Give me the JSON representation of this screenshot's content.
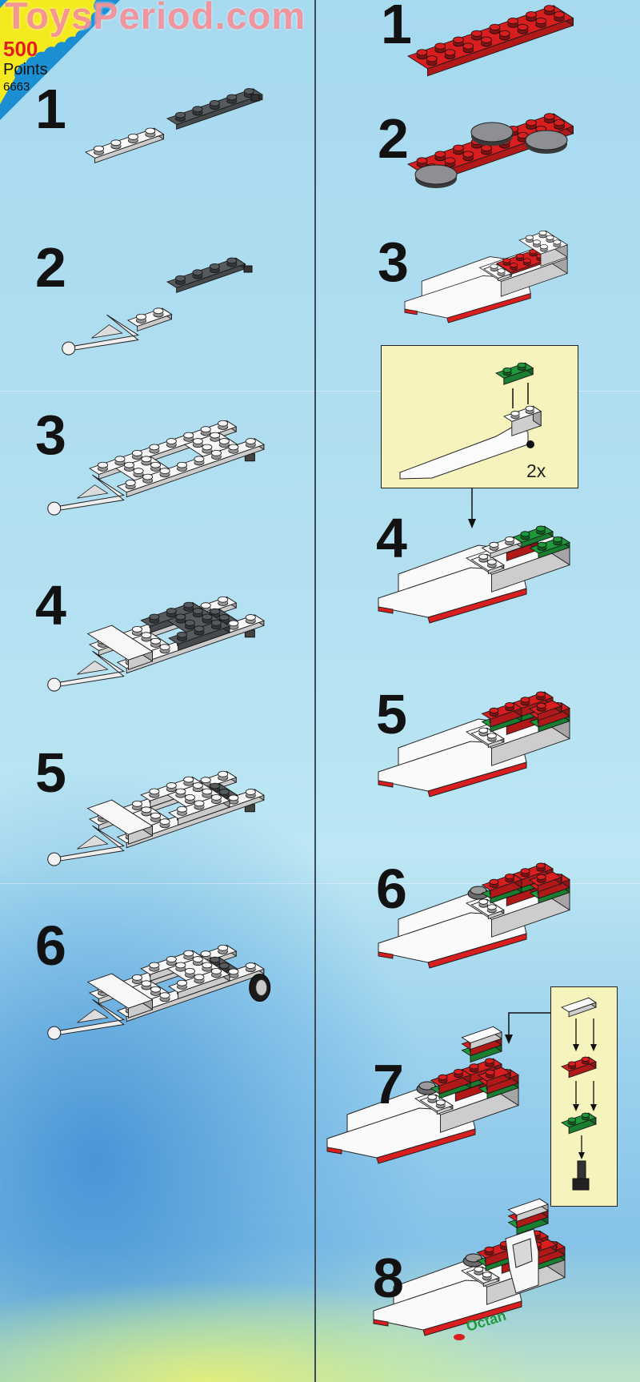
{
  "watermark": "ToysPeriod.com",
  "stamp": {
    "value": "500",
    "label": "Points",
    "set_number": "6663"
  },
  "left_column": {
    "steps": [
      "1",
      "2",
      "3",
      "4",
      "5",
      "6"
    ]
  },
  "right_column": {
    "steps": [
      "1",
      "2",
      "3",
      "4",
      "5",
      "6",
      "7",
      "8"
    ]
  },
  "callouts": {
    "step4_multiplier": "2x"
  },
  "boat_logo": "Octan",
  "colors": {
    "red": "#d81e1e",
    "green": "#1f9a3a",
    "white": "#f7f7f7",
    "dark_gray": "#555a5e",
    "light_gray": "#b9bcbf",
    "callout_bg": "#f6f3bd",
    "stamp_yellow": "#f4ea1e",
    "stamp_blue": "#1b8fd2"
  }
}
